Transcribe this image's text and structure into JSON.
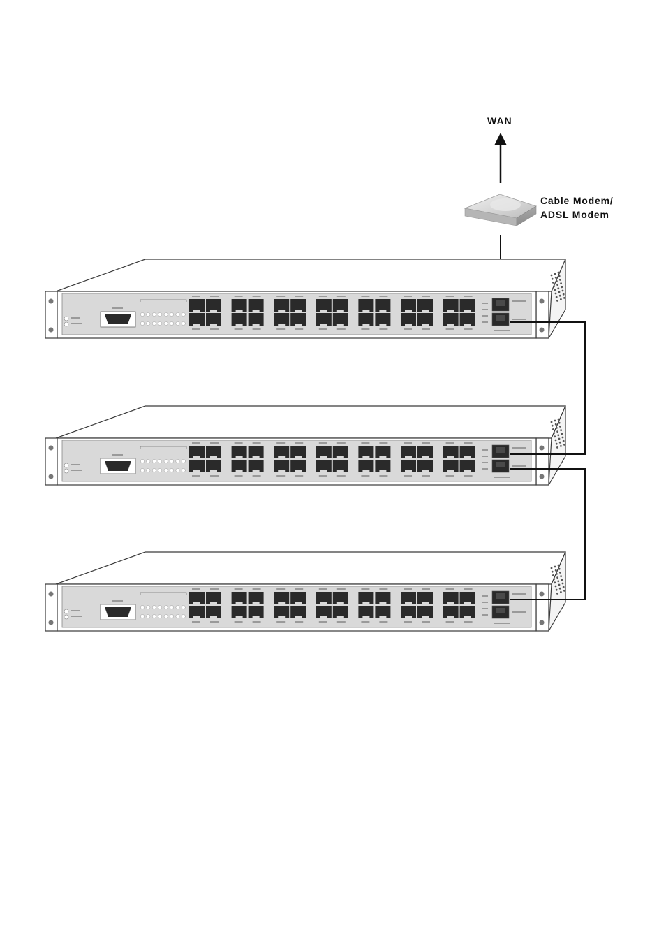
{
  "wan_label": "WAN",
  "modem_label_line1": "Cable Modem/",
  "modem_label_line2": "ADSL Modem",
  "switch_count": 3,
  "colors": {
    "chassis": "#cfcfcf",
    "panel": "#d9d9d9",
    "port": "#2a2a2a",
    "line": "#111111",
    "outline": "#3a3a3a"
  }
}
